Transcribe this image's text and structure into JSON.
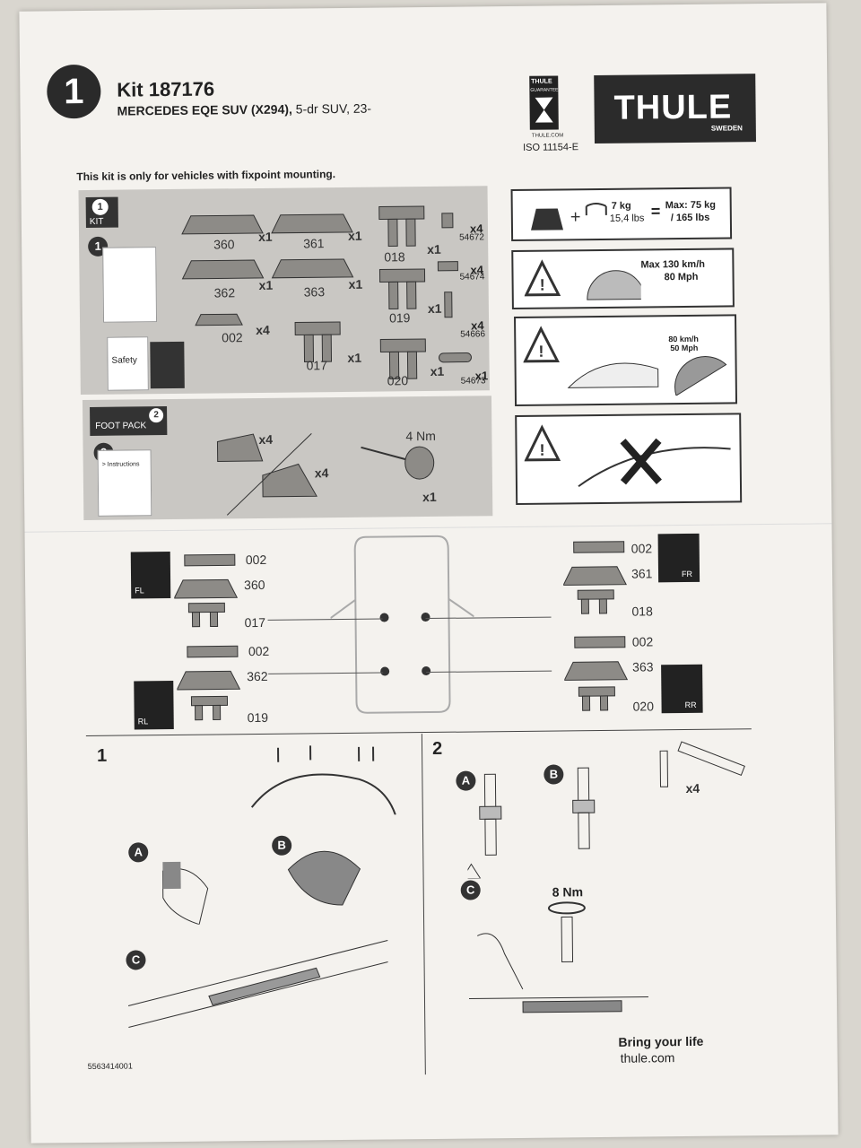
{
  "header": {
    "step_number": "1",
    "kit_title": "Kit 187176",
    "vehicle_bold": "MERCEDES EQE SUV (X294),",
    "vehicle_rest": " 5-dr SUV, 23-",
    "notice": "This kit is only for vehicles with fixpoint mounting."
  },
  "logo": {
    "brand": "THULE",
    "brand_sub": "SWEDEN",
    "guarantee_top": "THULE",
    "guarantee_mid": "GUARANTEE",
    "guarantee_site": "THULE.COM",
    "iso": "ISO 11154-E"
  },
  "kit_panel": {
    "kit_label": "KIT",
    "kit_num": "1",
    "booklet_num": "1",
    "safety_label": "Safety",
    "parts": [
      {
        "code": "360",
        "qty": "x1"
      },
      {
        "code": "361",
        "qty": "x1"
      },
      {
        "code": "018",
        "qty": "x1"
      },
      {
        "code": "362",
        "qty": "x1"
      },
      {
        "code": "363",
        "qty": "x1"
      },
      {
        "code": "019",
        "qty": "x1"
      },
      {
        "code": "002",
        "qty": "x4"
      },
      {
        "code": "017",
        "qty": "x1"
      },
      {
        "code": "020",
        "qty": "x1"
      }
    ],
    "small_parts": [
      {
        "code": "54672",
        "qty": "x4"
      },
      {
        "code": "54674",
        "qty": "x4"
      },
      {
        "code": "54666",
        "qty": "x4"
      },
      {
        "code": "54673",
        "qty": "x1"
      }
    ]
  },
  "foot_pack": {
    "label": "FOOT PACK",
    "num": "2",
    "booklet_num": "2",
    "instructions": "> Instructions",
    "feet_qty_a": "x4",
    "feet_qty_b": "x4",
    "torque": "4 Nm",
    "tool_qty": "x1"
  },
  "warnings": {
    "load_weight": "7 kg",
    "load_weight_lbs": "15,4 lbs",
    "load_max": "Max: 75 kg",
    "load_max_lbs": "/ 165 lbs",
    "speed_max": "Max  130 km/h",
    "speed_mph": "80 Mph",
    "wash_kmh": "80 km/h",
    "wash_mph": "50 Mph"
  },
  "positions": {
    "fl": "FL",
    "fr": "FR",
    "rl": "RL",
    "rr": "RR",
    "left_front": [
      "002",
      "360",
      "017"
    ],
    "right_front": [
      "002",
      "361",
      "018"
    ],
    "left_rear": [
      "002",
      "362",
      "019"
    ],
    "right_rear": [
      "002",
      "363",
      "020"
    ]
  },
  "steps": {
    "s1": "1",
    "s2": "2",
    "a": "A",
    "b": "B",
    "c": "C",
    "qty": "x4",
    "torque": "8 Nm"
  },
  "footer": {
    "code": "5563414001",
    "slogan": "Bring your life",
    "site": "thule.com"
  }
}
